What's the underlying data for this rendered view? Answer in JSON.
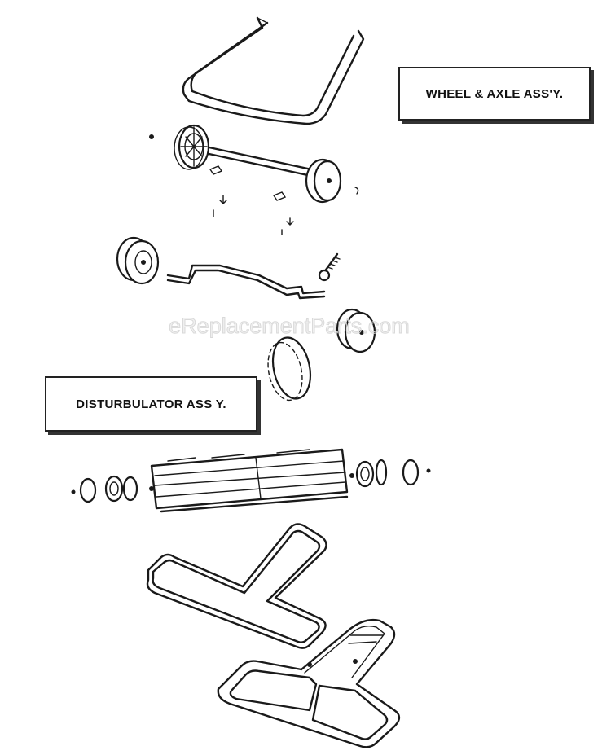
{
  "labels": {
    "wheel_axle": "WHEEL & AXLE ASS'Y.",
    "disturbulator": "DISTURBULATOR ASS Y."
  },
  "watermark": "eReplacementParts.com",
  "parts": [
    "handle-frame",
    "wheel-axle-rod",
    "front-left-wheel",
    "front-right-wheel",
    "rear-left-wheel",
    "rear-right-wheel",
    "bent-axle",
    "screw",
    "drive-belt",
    "disturbulator-brush",
    "nozzle-gasket",
    "nozzle-base"
  ]
}
